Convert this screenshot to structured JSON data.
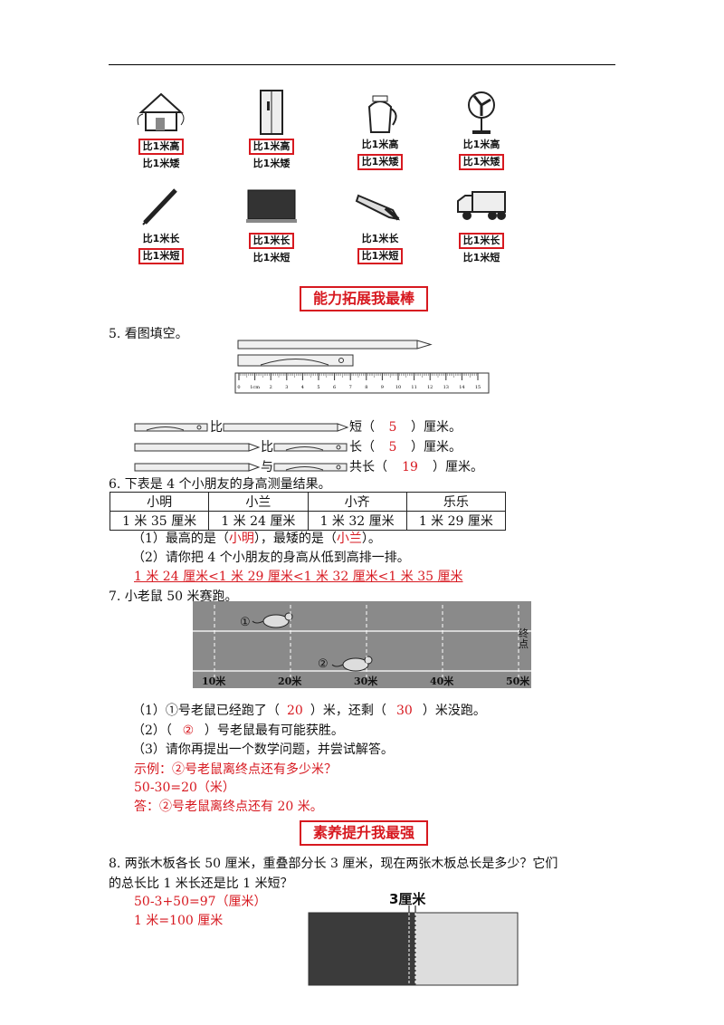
{
  "compare": {
    "row1": [
      {
        "icon": "house-icon",
        "opt1": "比1米高",
        "opt2": "比1米矮",
        "selected": 1
      },
      {
        "icon": "fridge-icon",
        "opt1": "比1米高",
        "opt2": "比1米矮",
        "selected": 1
      },
      {
        "icon": "kettle-icon",
        "opt1": "比1米高",
        "opt2": "比1米矮",
        "selected": 2
      },
      {
        "icon": "fan-icon",
        "opt1": "比1米高",
        "opt2": "比1米矮",
        "selected": 2
      }
    ],
    "row2": [
      {
        "icon": "pen-icon",
        "opt1": "比1米长",
        "opt2": "比1米短",
        "selected": 2
      },
      {
        "icon": "blackboard-icon",
        "opt1": "比1米长",
        "opt2": "比1米短",
        "selected": 1
      },
      {
        "icon": "knife-icon",
        "opt1": "比1米长",
        "opt2": "比1米短",
        "selected": 2
      },
      {
        "icon": "truck-icon",
        "opt1": "比1米长",
        "opt2": "比1米短",
        "selected": 1
      }
    ]
  },
  "section1": "能力拓展我最棒",
  "q5": {
    "title": "5. 看图填空。",
    "ruler_ticks": [
      "0",
      "1cm",
      "2",
      "3",
      "4",
      "5",
      "6",
      "7",
      "8",
      "9",
      "10",
      "11",
      "12",
      "13",
      "14",
      "15"
    ],
    "line1": {
      "mid": "比",
      "tail": "短（",
      "ans": "5",
      "end": "）厘米。"
    },
    "line2": {
      "mid": "比",
      "tail": "长（",
      "ans": "5",
      "end": "）厘米。"
    },
    "line3": {
      "mid": "与",
      "tail": "共长（",
      "ans": "19",
      "end": "）厘米。"
    }
  },
  "q6": {
    "title": "6. 下表是 4 个小朋友的身高测量结果。",
    "headers": [
      "小明",
      "小兰",
      "小齐",
      "乐乐"
    ],
    "values": [
      "1 米 35 厘米",
      "1 米 24 厘米",
      "1 米 32 厘米",
      "1 米 29 厘米"
    ],
    "p1_a": "（1）最高的是（",
    "p1_ans1": "小明",
    "p1_b": "），最矮的是（",
    "p1_ans2": "小兰",
    "p1_c": "）。",
    "p2": "（2）请你把 4 个小朋友的身高从低到高排一排。",
    "p2_ans": "1 米 24 厘米<1 米 29 厘米<1 米 32 厘米<1 米 35 厘米"
  },
  "q7": {
    "title": "7. 小老鼠 50 米赛跑。",
    "marks": [
      "10米",
      "20米",
      "30米",
      "40米",
      "50米"
    ],
    "finish": "终点",
    "mouse1": "①",
    "mouse2": "②",
    "p1_a": "（1）①号老鼠已经跑了（",
    "p1_ans1": "20",
    "p1_b": "）米，还剩（",
    "p1_ans2": "30",
    "p1_c": "）米没跑。",
    "p2_a": "（2）（",
    "p2_ans": "②",
    "p2_b": "）号老鼠最有可能获胜。",
    "p3": "（3）请你再提出一个数学问题，并尝试解答。",
    "ex1": "示例：②号老鼠离终点还有多少米？",
    "ex2": "50-30=20（米）",
    "ex3": "答：②号老鼠离终点还有 20 米。"
  },
  "section2": "素养提升我最强",
  "q8": {
    "line1": "8. 两张木板各长 50 厘米，重叠部分长 3 厘米，现在两张木板总长是多少？它们",
    "line2": "的总长比 1 米长还是比 1 米短？",
    "ans1": "50-3+50=97（厘米）",
    "ans2": "1 米=100 厘米",
    "overlap": "3厘米"
  }
}
